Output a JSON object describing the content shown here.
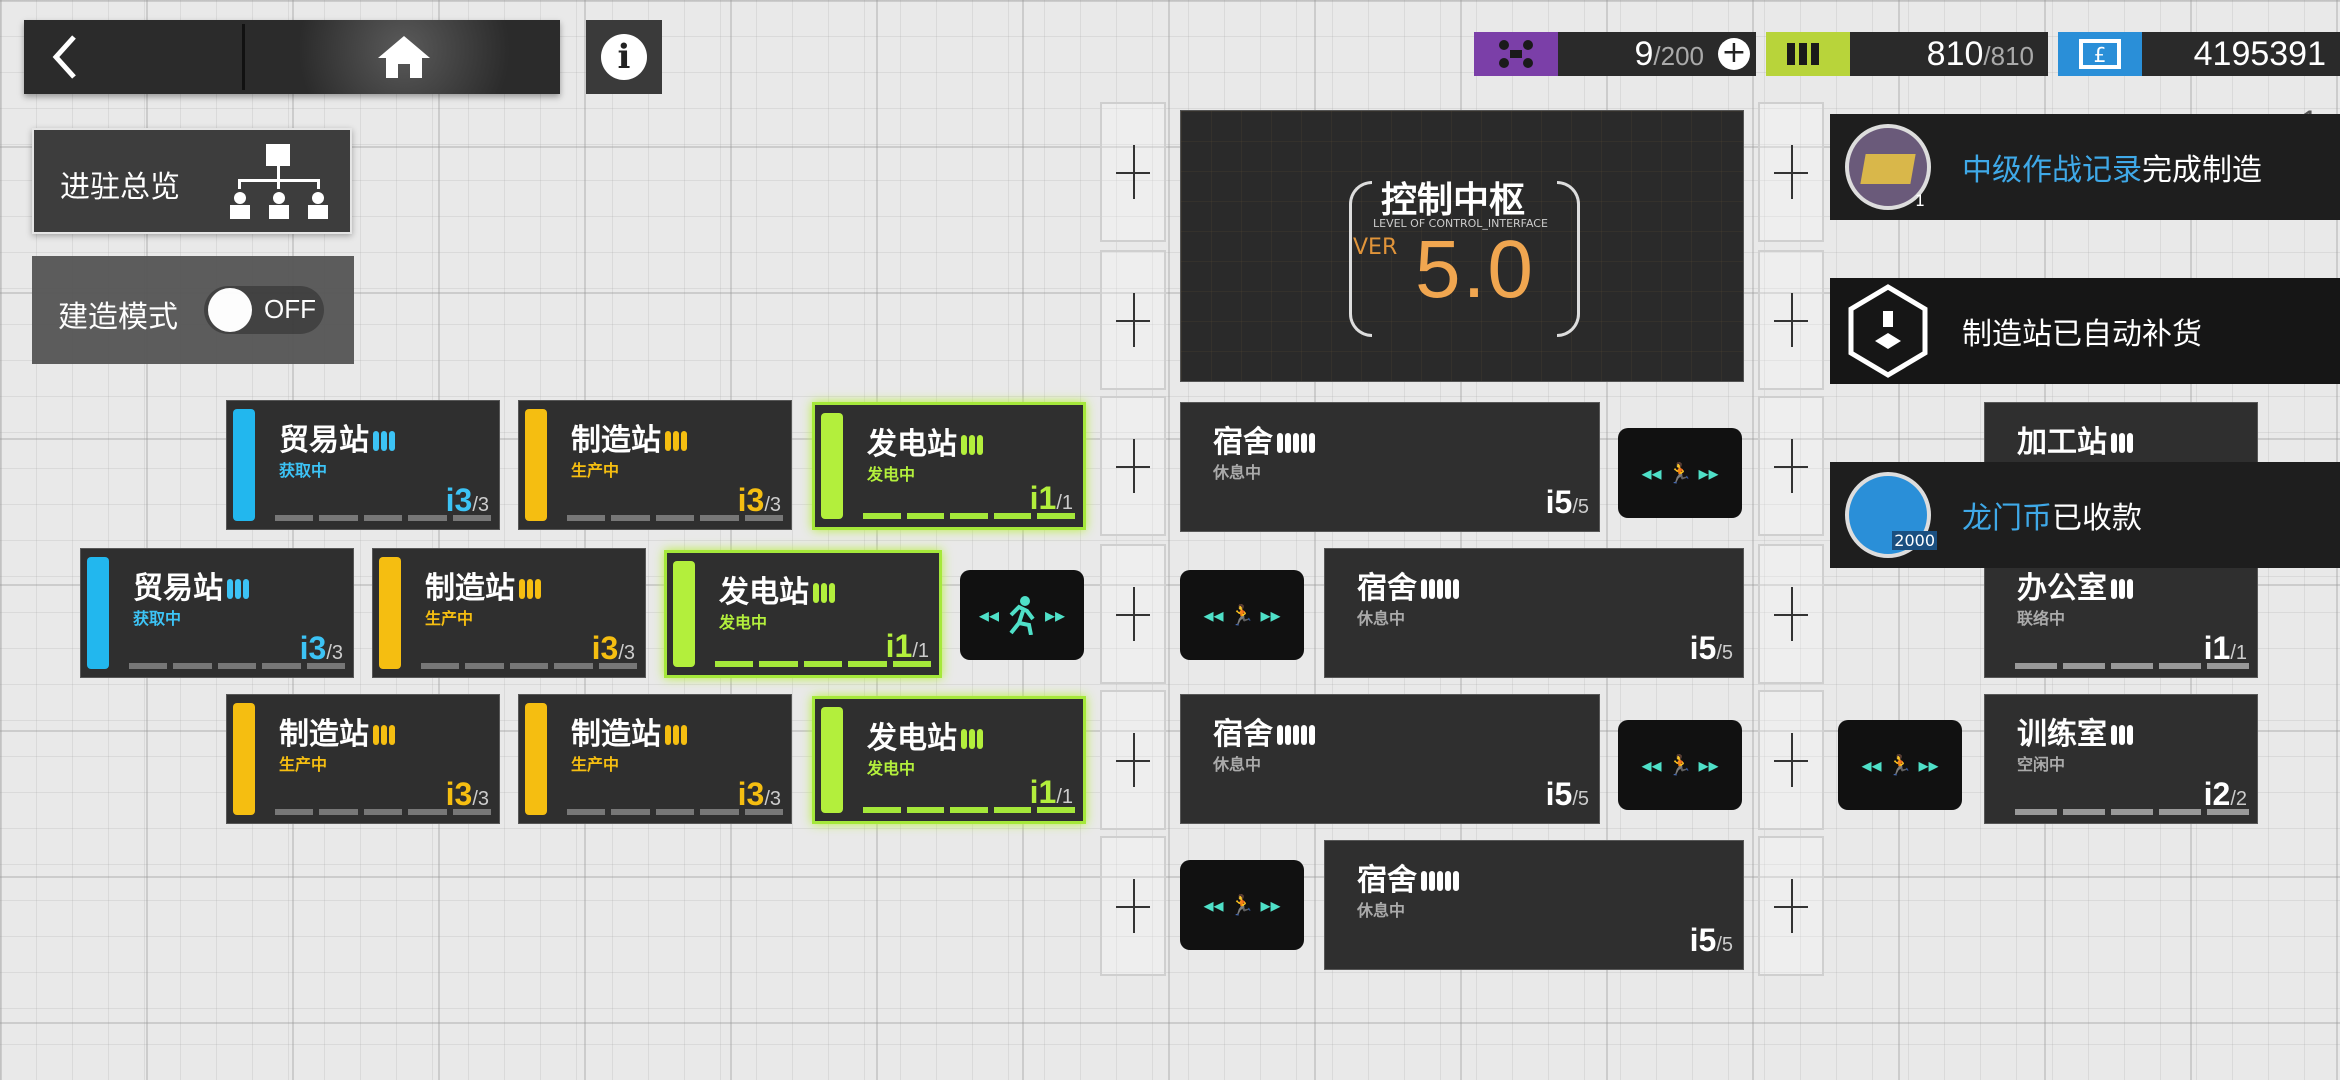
{
  "topbar": {
    "back_icon": "chevron-left-icon",
    "home_icon": "home-icon",
    "info_label": "i"
  },
  "resources": [
    {
      "icon": "drone-icon",
      "color": "#7b3fa8",
      "value": "9",
      "max": "/200",
      "plus": "+"
    },
    {
      "icon": "battery-icon",
      "color": "#b8d43a",
      "value": "810",
      "max": "/810"
    },
    {
      "icon": "lmd-icon",
      "color": "#2a8fd8",
      "value": "4195391"
    }
  ],
  "left": {
    "overview_label": "进驻总览",
    "build_label": "建造模式",
    "toggle_text": "OFF"
  },
  "rooms": {
    "r1": [
      {
        "name": "贸易站",
        "status": "获取中",
        "count": "3",
        "max": "/3"
      },
      {
        "name": "制造站",
        "status": "生产中",
        "count": "3",
        "max": "/3"
      },
      {
        "name": "发电站",
        "status": "发电中",
        "count": "1",
        "max": "/1"
      }
    ],
    "r2": [
      {
        "name": "贸易站",
        "status": "获取中",
        "count": "3",
        "max": "/3"
      },
      {
        "name": "制造站",
        "status": "生产中",
        "count": "3",
        "max": "/3"
      },
      {
        "name": "发电站",
        "status": "发电中",
        "count": "1",
        "max": "/1"
      }
    ],
    "r3": [
      {
        "name": "制造站",
        "status": "生产中",
        "count": "3",
        "max": "/3"
      },
      {
        "name": "制造站",
        "status": "生产中",
        "count": "3",
        "max": "/3"
      },
      {
        "name": "发电站",
        "status": "发电中",
        "count": "1",
        "max": "/1"
      }
    ],
    "dorms": [
      {
        "name": "宿舍",
        "status": "休息中",
        "count": "5",
        "max": "/5"
      },
      {
        "name": "宿舍",
        "status": "休息中",
        "count": "5",
        "max": "/5"
      },
      {
        "name": "宿舍",
        "status": "休息中",
        "count": "5",
        "max": "/5"
      },
      {
        "name": "宿舍",
        "status": "休息中",
        "count": "5",
        "max": "/5"
      }
    ],
    "right": [
      {
        "name": "加工站",
        "status": "",
        "count": "",
        "max": ""
      },
      {
        "name": "办公室",
        "status": "联络中",
        "count": "1",
        "max": "/1"
      },
      {
        "name": "训练室",
        "status": "空闲中",
        "count": "2",
        "max": "/2"
      }
    ]
  },
  "control": {
    "title": "控制中枢",
    "subtitle": "LEVEL OF CONTROL_INTERFACE",
    "ver_label": "VER",
    "version": "5.0"
  },
  "notifications": [
    {
      "highlight": "中级作战记录",
      "text": "完成制造",
      "badge": "1"
    },
    {
      "highlight": "",
      "text": "制造站已自动补货"
    },
    {
      "highlight": "龙门币",
      "text": "已收款",
      "badge": "2000"
    }
  ],
  "corner_value": "1"
}
